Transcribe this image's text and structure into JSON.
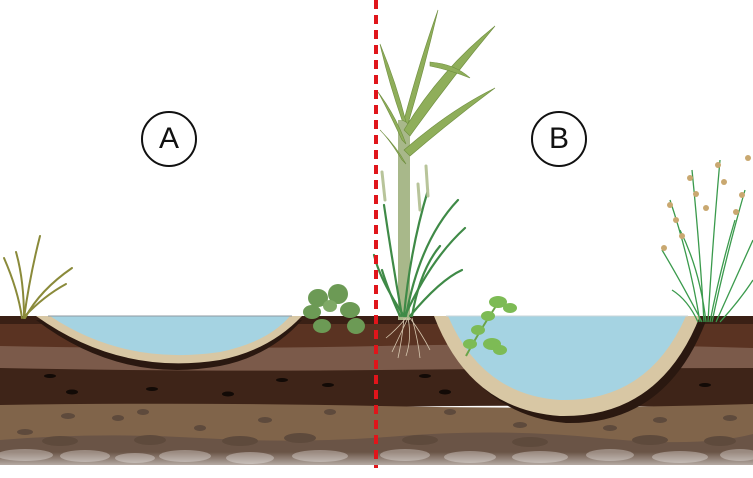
{
  "diagram": {
    "type": "soil cross-section comparison of two wetland pools",
    "panels": [
      {
        "id": "A",
        "label": "A",
        "description": "Shallow pool with sparse vegetation",
        "plants": [
          "small grass sprout (left bank)",
          "rosette herb (right bank)"
        ]
      },
      {
        "id": "B",
        "label": "B",
        "description": "Deep pool with dense vegetation",
        "plants": [
          "tall cane grass with roots (left bank)",
          "submerged aquatic plant",
          "flowering grass clump (right bank)"
        ]
      }
    ],
    "divider": {
      "style": "dashed",
      "color": "#e0151b"
    },
    "soil_layers": [
      {
        "name": "topsoil",
        "color": "#5a3322"
      },
      {
        "name": "subsoil",
        "color": "#7b5a4a"
      },
      {
        "name": "dark organic layer",
        "color": "#3e2418"
      },
      {
        "name": "sandy gravel layer",
        "color": "#80644a"
      },
      {
        "name": "cobble layer",
        "color": "#6a5446"
      }
    ],
    "colors": {
      "water": "#a5d3e2",
      "pool_liner": "#d8c7a4",
      "plant_green": "#5f9a4a"
    }
  }
}
